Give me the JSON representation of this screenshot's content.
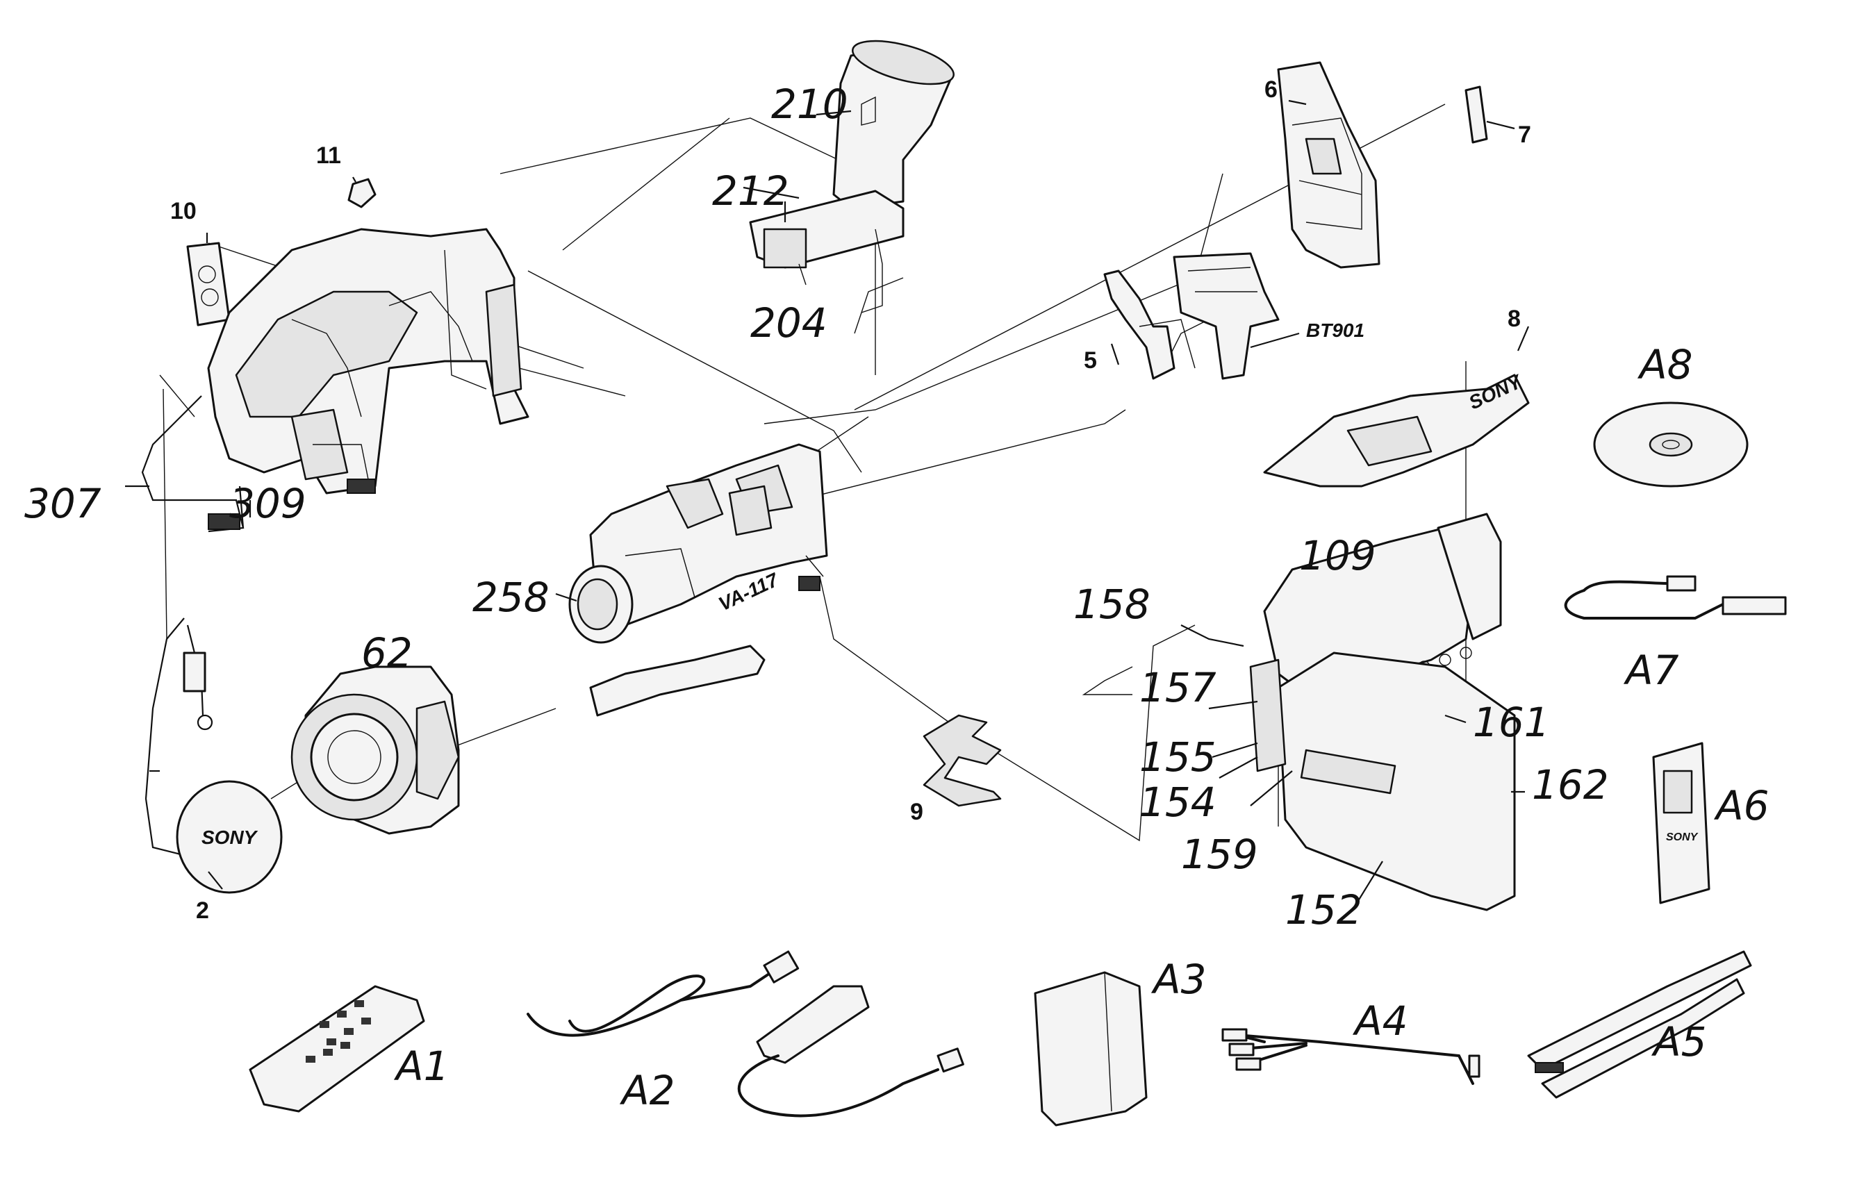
{
  "diagram": {
    "labels": {
      "p2": "2",
      "p5": "5",
      "p6": "6",
      "p7": "7",
      "p8": "8",
      "p9": "9",
      "p10": "10",
      "p11": "11",
      "p62": "62",
      "p109": "109",
      "p152": "152",
      "p154": "154",
      "p155": "155",
      "p157": "157",
      "p158": "158",
      "p159": "159",
      "p161": "161",
      "p162": "162",
      "p204": "204",
      "p210": "210",
      "p212": "212",
      "p258": "258",
      "p307": "307",
      "p309": "309",
      "bt901": "BT901",
      "va117": "VA-117",
      "a1": "A1",
      "a2": "A2",
      "a3": "A3",
      "a4": "A4",
      "a5": "A5",
      "a6": "A6",
      "a7": "A7",
      "a8": "A8"
    },
    "brand_marks": [
      "SONY",
      "SONY",
      "SONY"
    ]
  }
}
